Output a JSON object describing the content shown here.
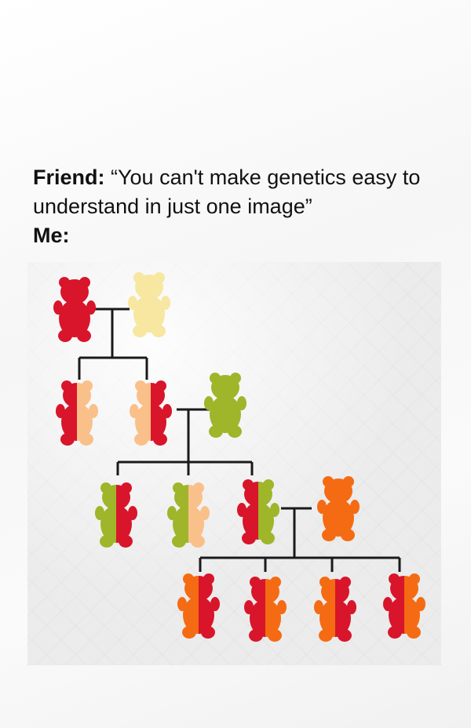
{
  "caption": {
    "friend_label": "Friend:",
    "friend_quote": "“You can't make genetics easy to understand in just one image”",
    "me_label": "Me:"
  },
  "photo": {
    "colors": {
      "red": "#d8152a",
      "pale_yellow": "#f7e7a0",
      "green": "#9fb52a",
      "orange": "#f46b14",
      "peach": "#f9c08a"
    }
  }
}
